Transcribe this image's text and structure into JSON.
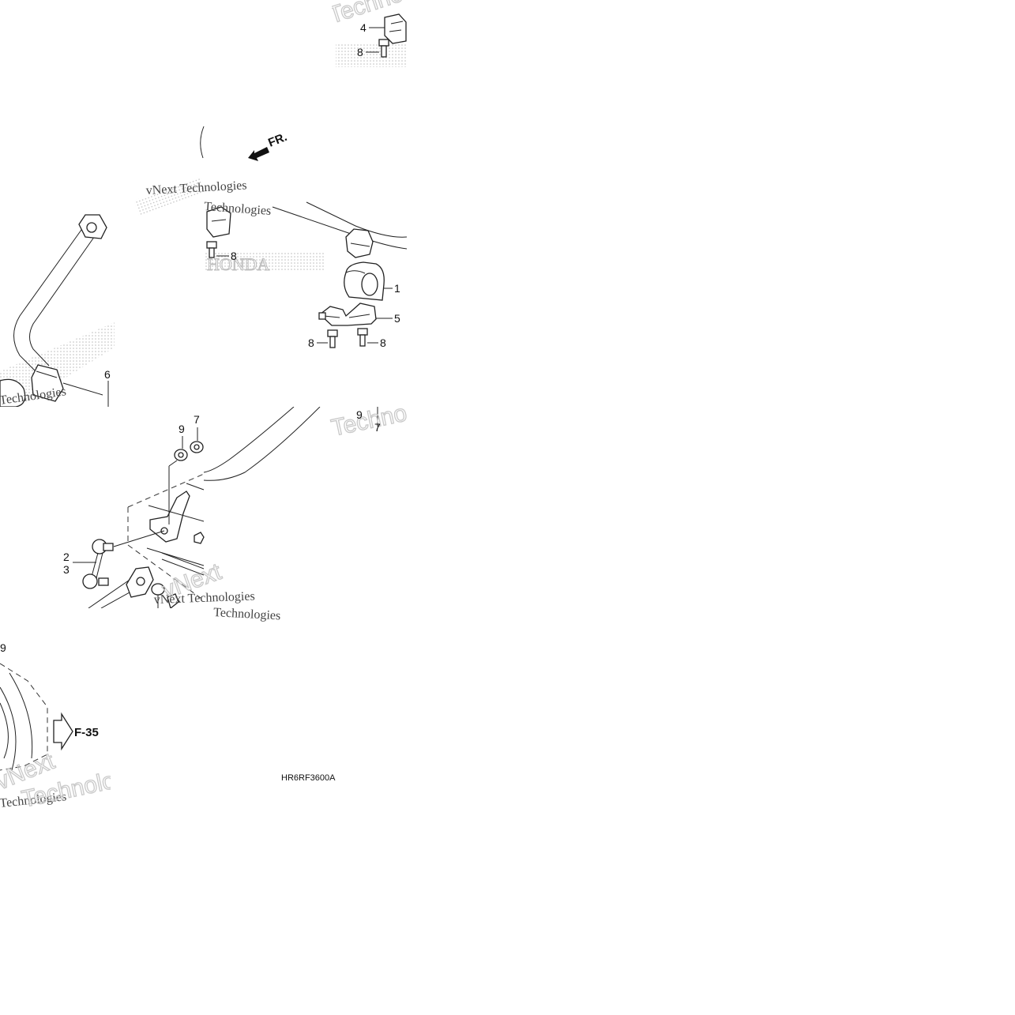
{
  "diagram": {
    "direction_label": "FR.",
    "reference_label": "F-35",
    "drawing_code": "HR6RF3600A",
    "callouts": {
      "p1": "1",
      "p2": "2",
      "p3": "3",
      "p4": "4",
      "p5": "5",
      "p6": "6",
      "p7a": "7",
      "p7b": "7",
      "p8a": "8",
      "p8b": "8",
      "p8c": "8",
      "p8d": "8",
      "p9a": "9",
      "p9b": "9",
      "p9c": "9"
    },
    "watermarks": {
      "w1": "Techno",
      "w2": "vNext Technologies",
      "w3": "Technologies",
      "w4": "Techno",
      "w5": "vNext Technologies",
      "w6": "vNext",
      "w7": "Technologies",
      "w8": "vNext",
      "w9": "Technologies",
      "w10": "HONDA"
    }
  }
}
